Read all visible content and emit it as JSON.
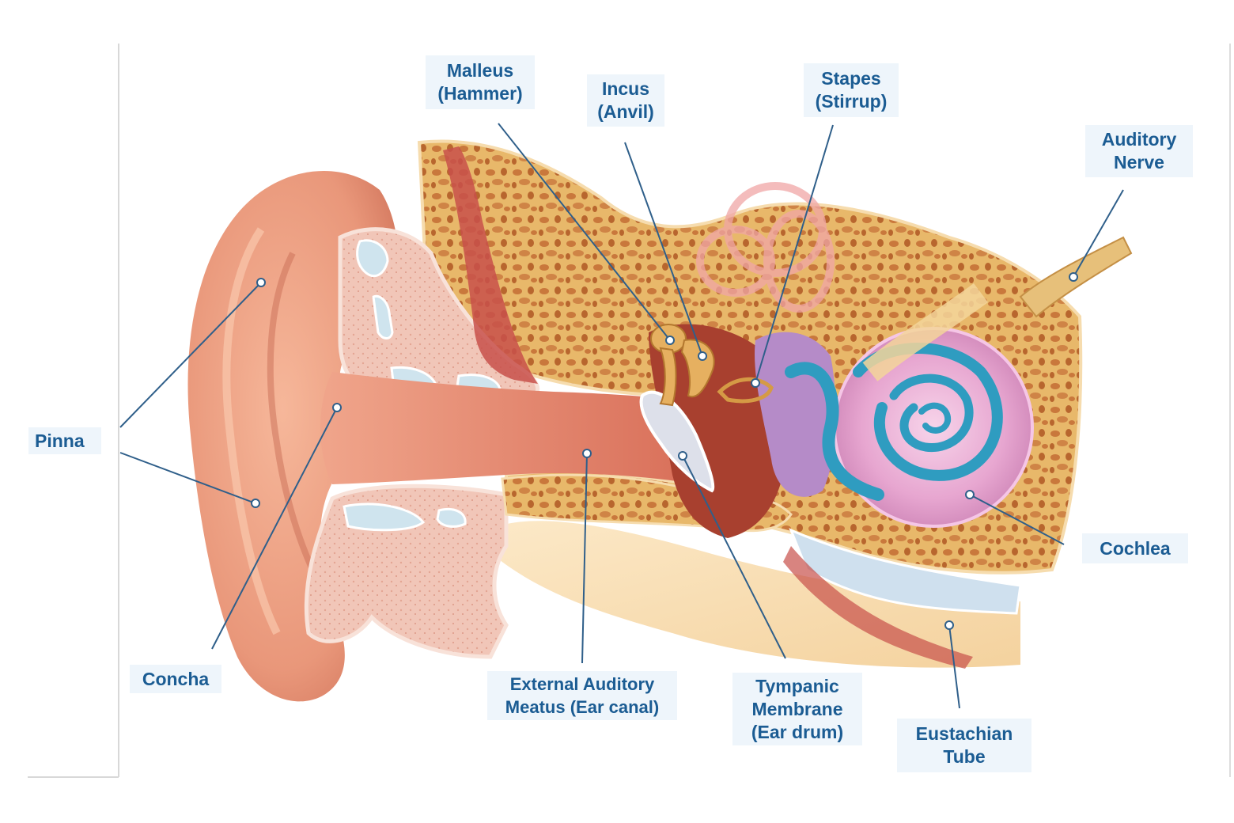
{
  "labels": {
    "pinna": [
      "Pinna"
    ],
    "concha": [
      "Concha"
    ],
    "malleus": [
      "Malleus",
      "(Hammer)"
    ],
    "incus": [
      "Incus",
      "(Anvil)"
    ],
    "stapes": [
      "Stapes",
      "(Stirrup)"
    ],
    "auditory_nerve": [
      "Auditory",
      "Nerve"
    ],
    "cochlea": [
      "Cochlea"
    ],
    "external_auditory_meatus": [
      "External Auditory",
      "Meatus (Ear canal)"
    ],
    "tympanic_membrane": [
      "Tympanic",
      "Membrane",
      "(Ear drum)"
    ],
    "eustachian_tube": [
      "Eustachian",
      "Tube"
    ]
  },
  "colors": {
    "label_text": "#1b5c93",
    "label_bg": "#eef5fb",
    "leader_line": "#2f5f8a",
    "skin": "#e9977a",
    "bone": "#e2b067",
    "cartilage": "#f0c0b0",
    "cochlea": "#e7a6d0",
    "cochlear_duct": "#2f9cc0"
  }
}
